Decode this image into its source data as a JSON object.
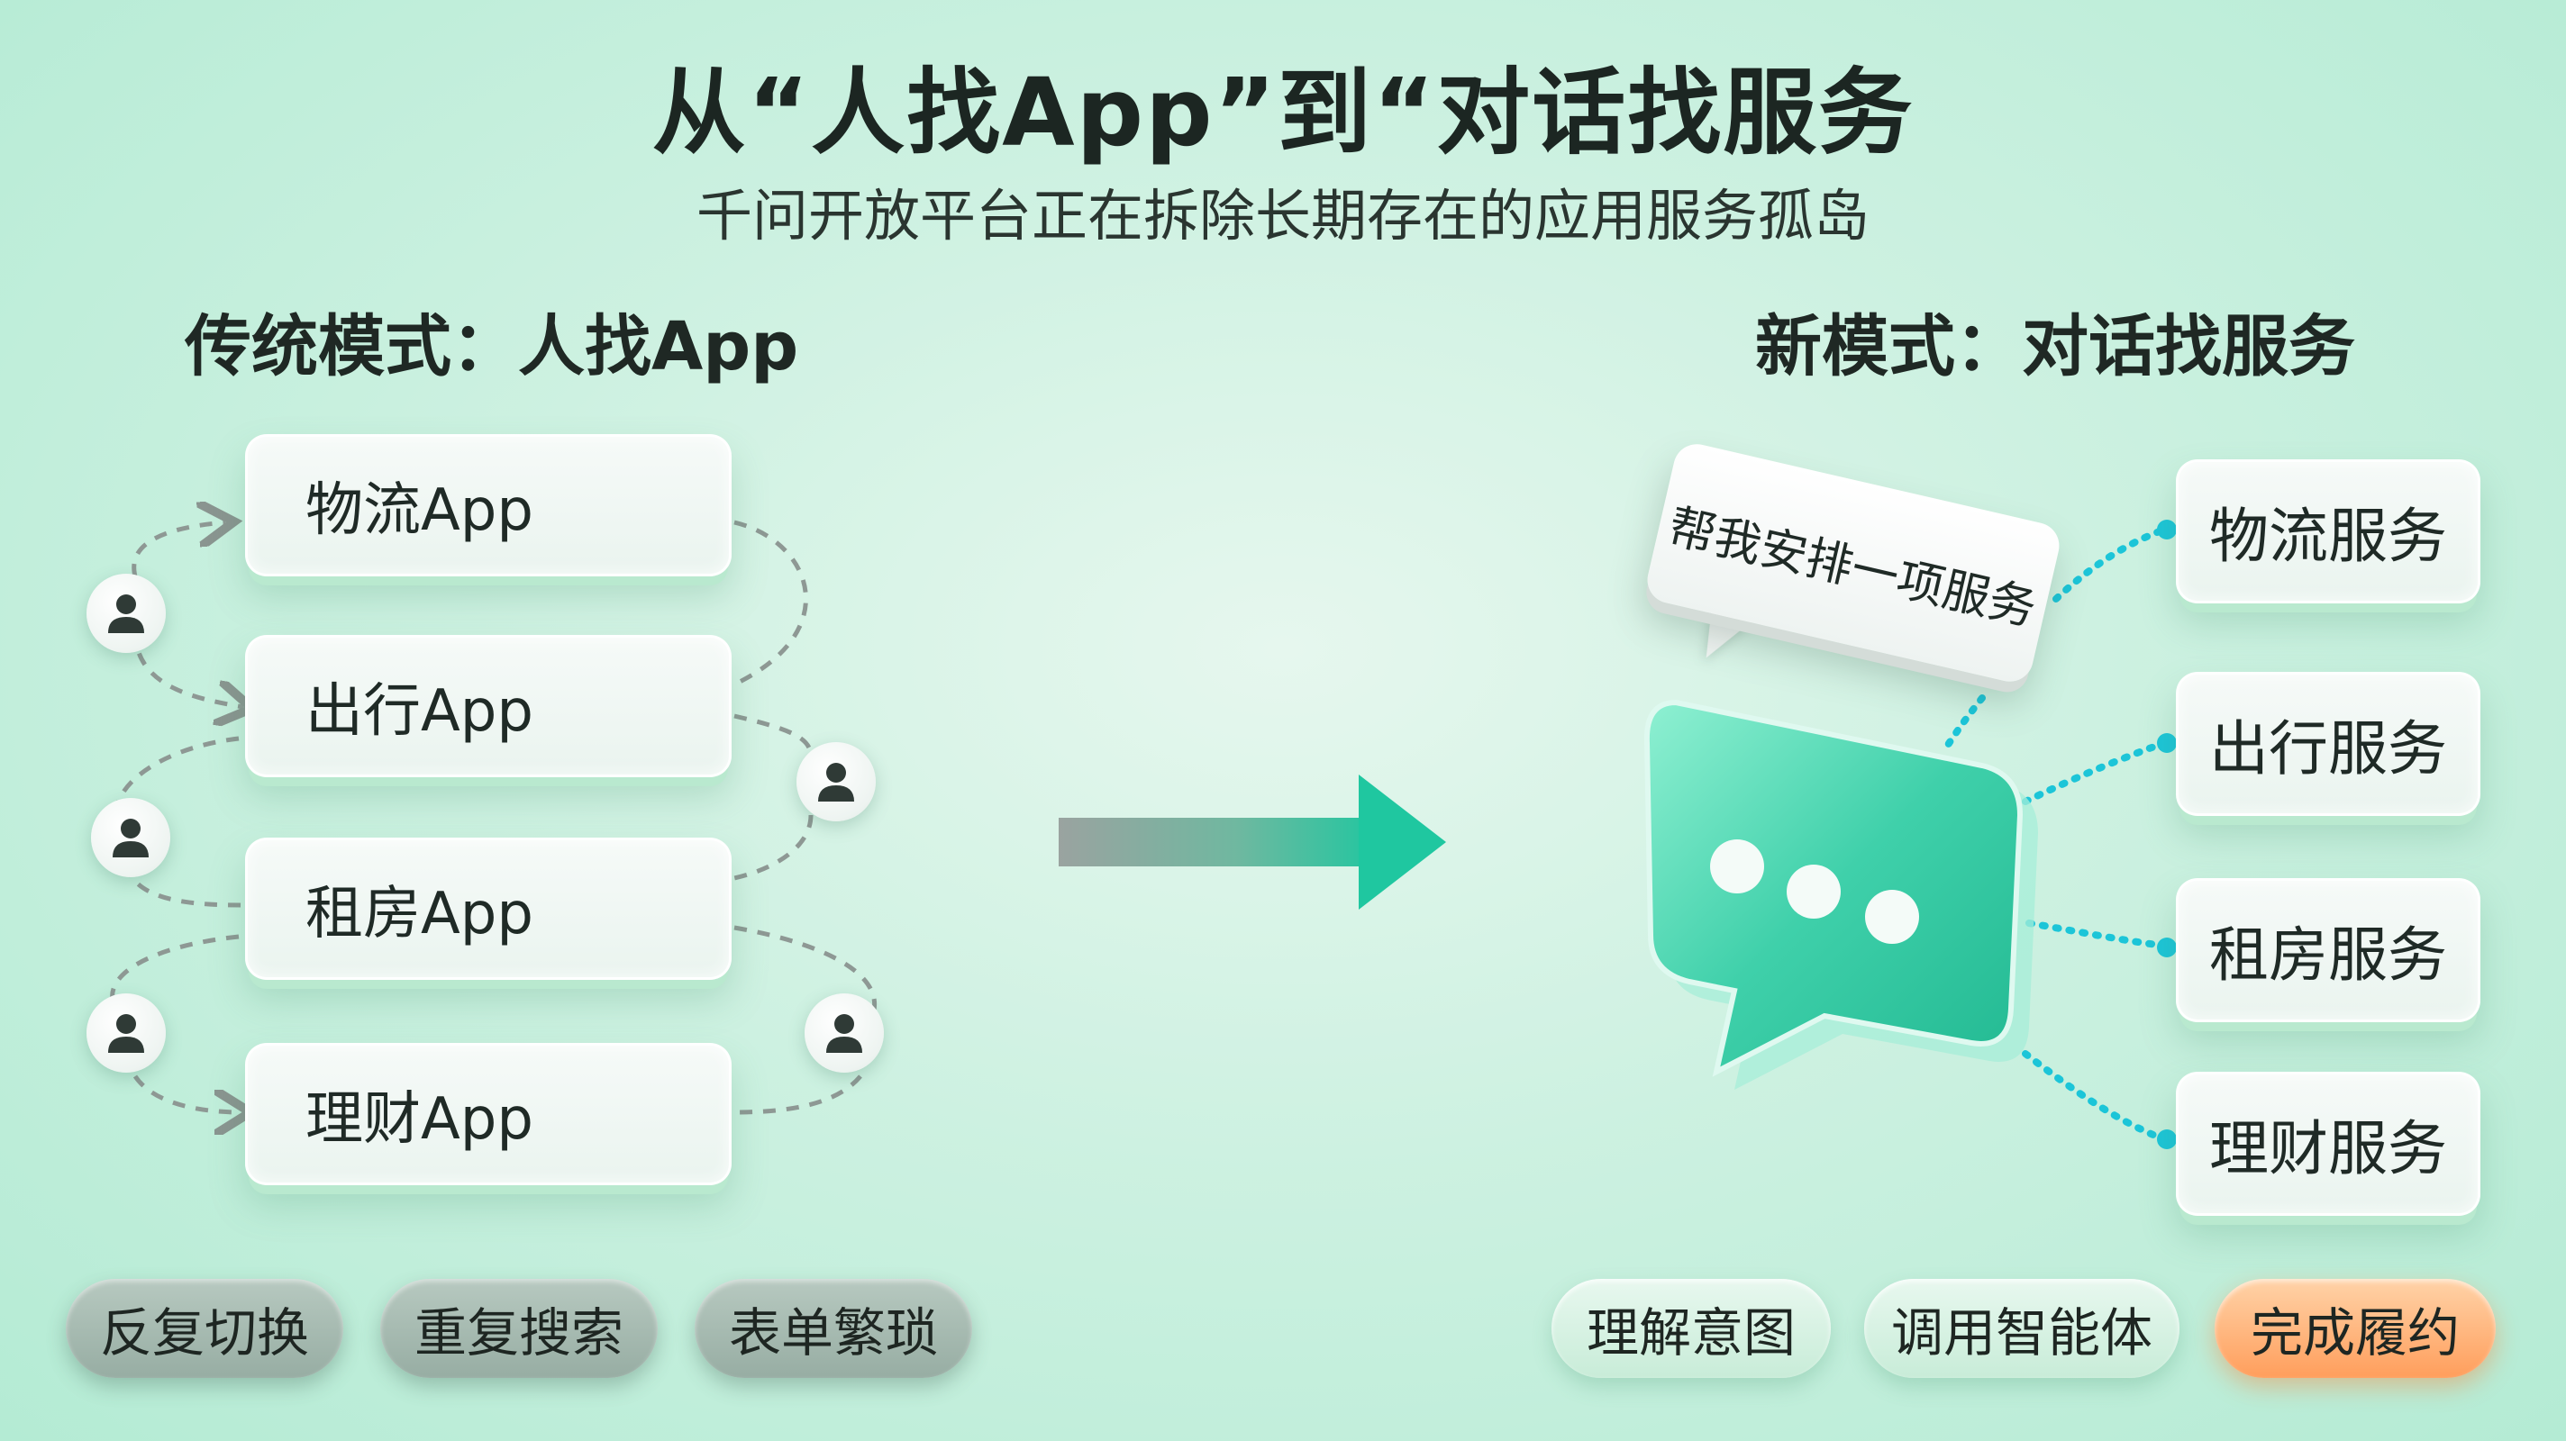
{
  "title": "从“人找App”到“对话找服务",
  "subtitle": "千问开放平台正在拆除长期存在的应用服务孤岛",
  "left_section": {
    "heading": "传统模式：人找App",
    "apps": [
      {
        "label": "物流App"
      },
      {
        "label": "出行App"
      },
      {
        "label": "租房App"
      },
      {
        "label": "理财App"
      }
    ],
    "pain_points": [
      {
        "label": "反复切换"
      },
      {
        "label": "重复搜索"
      },
      {
        "label": "表单繁琐"
      }
    ]
  },
  "right_section": {
    "heading": "新模式：对话找服务",
    "speech_bubble": "帮我安排一项服务",
    "services": [
      {
        "label": "物流服务"
      },
      {
        "label": "出行服务"
      },
      {
        "label": "租房服务"
      },
      {
        "label": "理财服务"
      }
    ],
    "steps": [
      {
        "label": "理解意图"
      },
      {
        "label": "调用智能体"
      },
      {
        "label": "完成履约"
      }
    ]
  },
  "colors": {
    "accent_teal": "#1fc7a0",
    "connector_cyan": "#1cc5d8",
    "arrow_gray": "#9aa3a0",
    "highlight_orange": "#ff9e5c"
  },
  "icons": {
    "user": "person-icon",
    "chat": "chat-bubble-icon",
    "arrow": "right-arrow-icon"
  }
}
